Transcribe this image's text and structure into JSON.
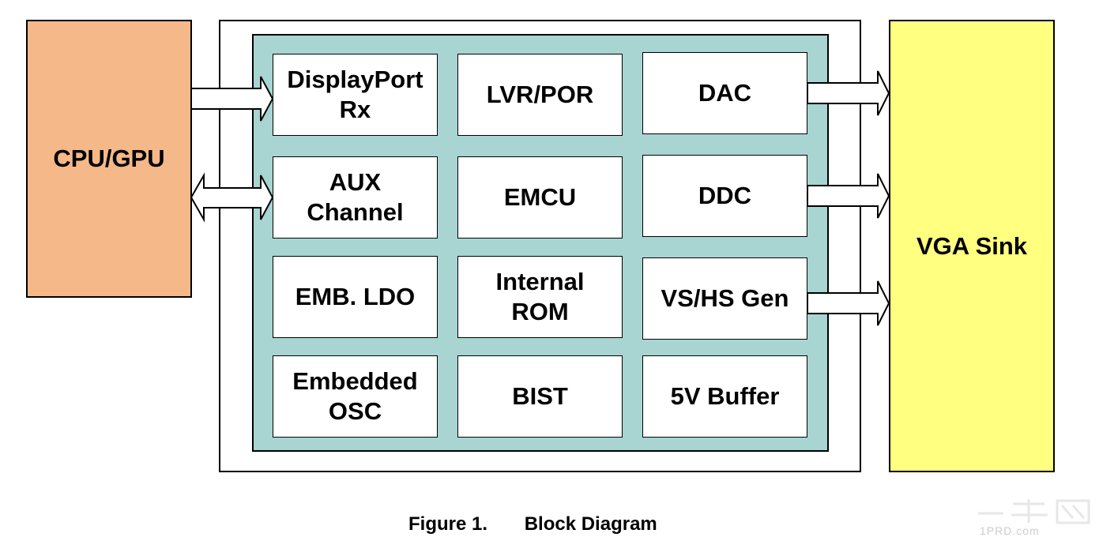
{
  "colors": {
    "cpu_fill": "#f4b889",
    "vga_fill": "#ffff80",
    "panel_fill": "#a8d4d2",
    "block_fill": "#ffffff",
    "stroke": "#000000"
  },
  "cpu": {
    "label": "CPU/GPU"
  },
  "sink": {
    "label": "VGA Sink"
  },
  "blocks": [
    {
      "id": "displayport-rx",
      "label": "DisplayPort\nRx"
    },
    {
      "id": "lvr-por",
      "label": "LVR/POR"
    },
    {
      "id": "dac",
      "label": "DAC"
    },
    {
      "id": "aux-channel",
      "label": "AUX\nChannel"
    },
    {
      "id": "emcu",
      "label": "EMCU"
    },
    {
      "id": "ddc",
      "label": "DDC"
    },
    {
      "id": "emb-ldo",
      "label": "EMB. LDO"
    },
    {
      "id": "internal-rom",
      "label": "Internal\nROM"
    },
    {
      "id": "vs-hs-gen",
      "label": "VS/HS Gen"
    },
    {
      "id": "embedded-osc",
      "label": "Embedded\nOSC"
    },
    {
      "id": "bist",
      "label": "BIST"
    },
    {
      "id": "5v-buffer",
      "label": "5V Buffer"
    }
  ],
  "arrows": [
    {
      "from": "CPU/GPU",
      "to": "DisplayPort Rx",
      "direction": "one-way"
    },
    {
      "from": "CPU/GPU",
      "to": "AUX Channel",
      "direction": "two-way"
    },
    {
      "from": "DAC",
      "to": "VGA Sink",
      "direction": "one-way"
    },
    {
      "from": "DDC",
      "to": "VGA Sink",
      "direction": "one-way"
    },
    {
      "from": "VS/HS Gen",
      "to": "VGA Sink",
      "direction": "one-way"
    }
  ],
  "caption": {
    "number": "Figure 1.",
    "title": "Block Diagram"
  },
  "watermark": {
    "text": "1PRD.com"
  }
}
